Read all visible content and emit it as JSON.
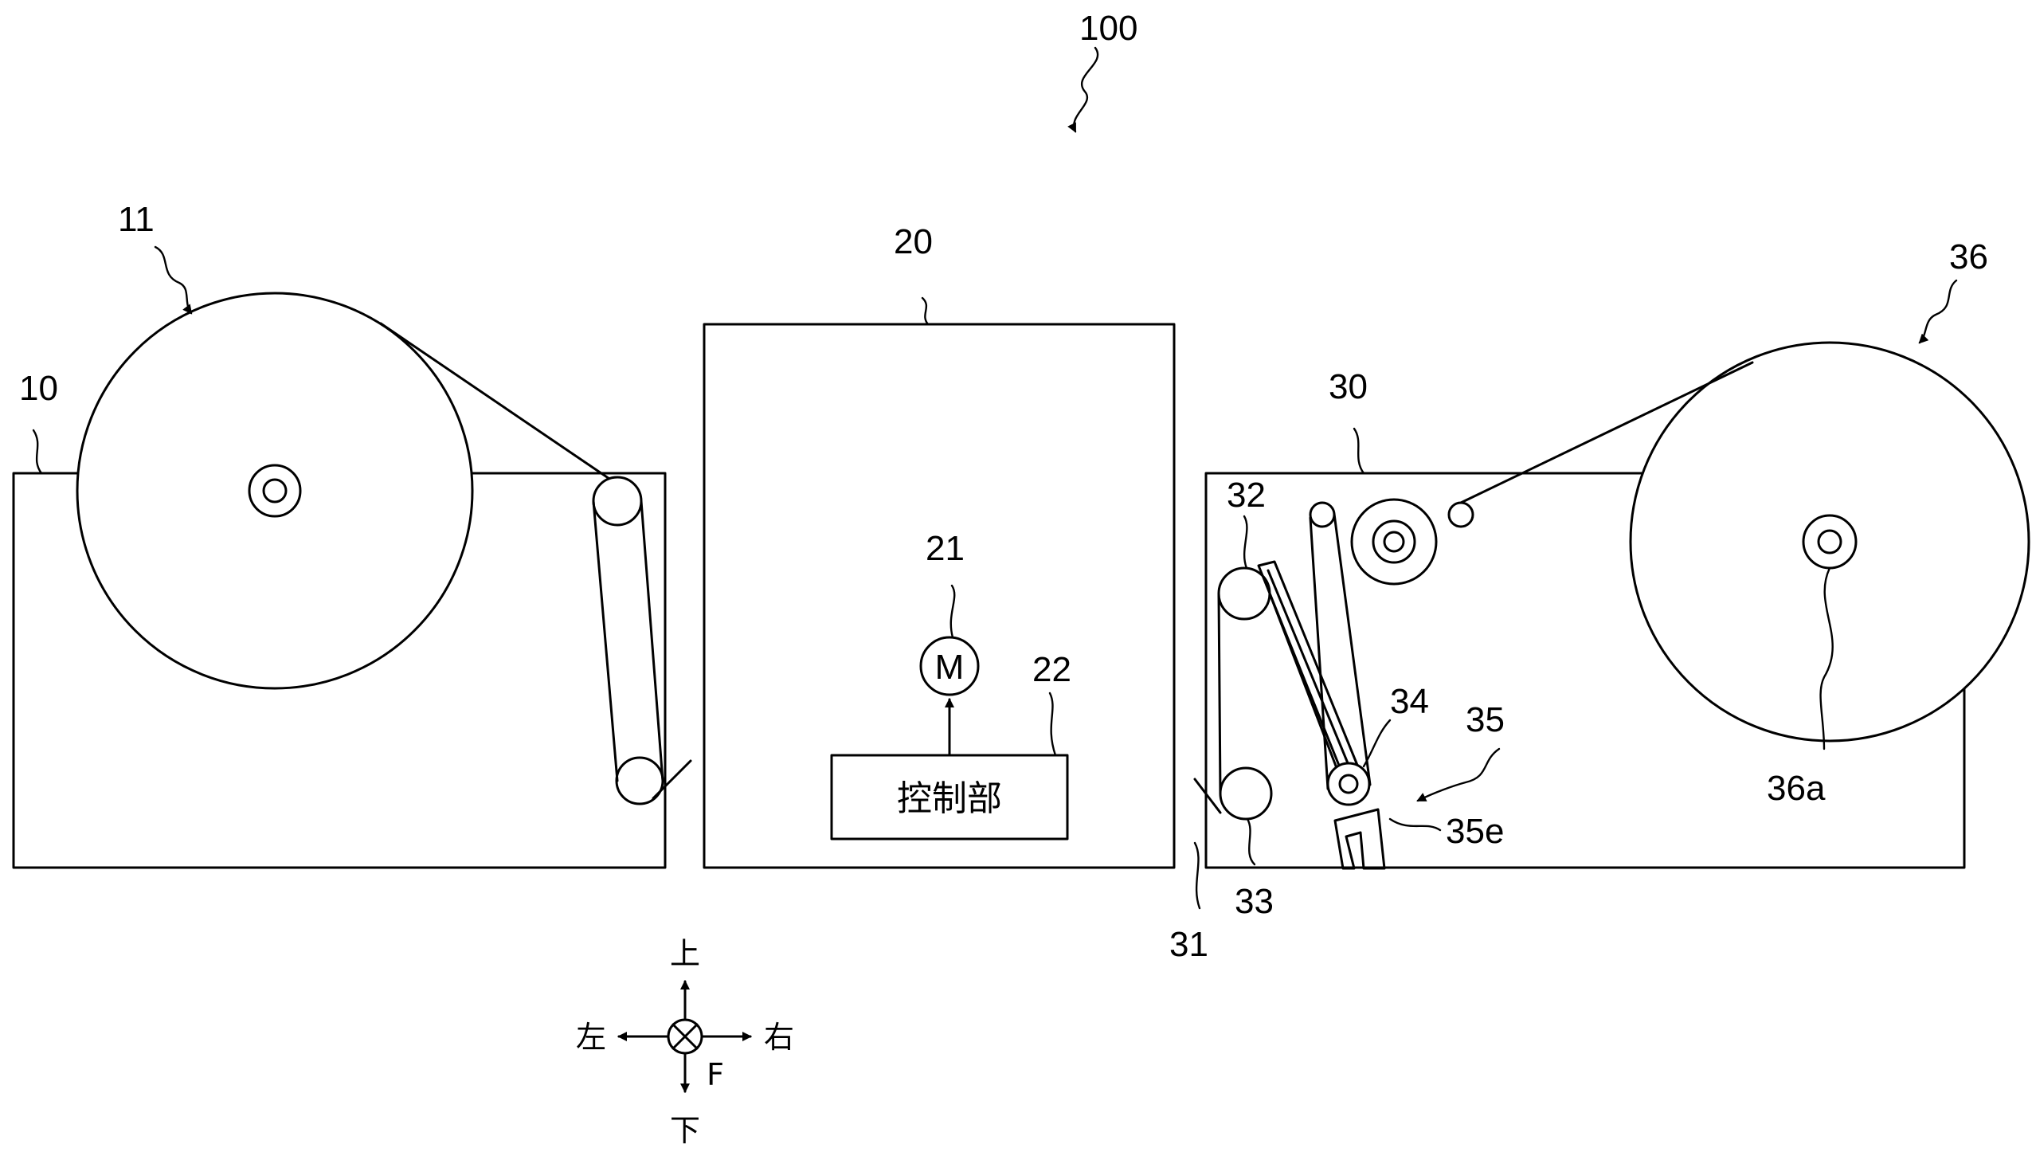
{
  "labels": {
    "ref_100": "100",
    "ref_10": "10",
    "ref_11": "11",
    "ref_20": "20",
    "ref_21": "21",
    "ref_22": "22",
    "ref_30": "30",
    "ref_31": "31",
    "ref_32": "32",
    "ref_33": "33",
    "ref_34": "34",
    "ref_35": "35",
    "ref_35e": "35e",
    "ref_36": "36",
    "ref_36a": "36a",
    "motor_symbol": "M",
    "controller": "控制部"
  },
  "directions": {
    "up": "上",
    "down": "下",
    "left": "左",
    "right": "右",
    "front": "F"
  }
}
